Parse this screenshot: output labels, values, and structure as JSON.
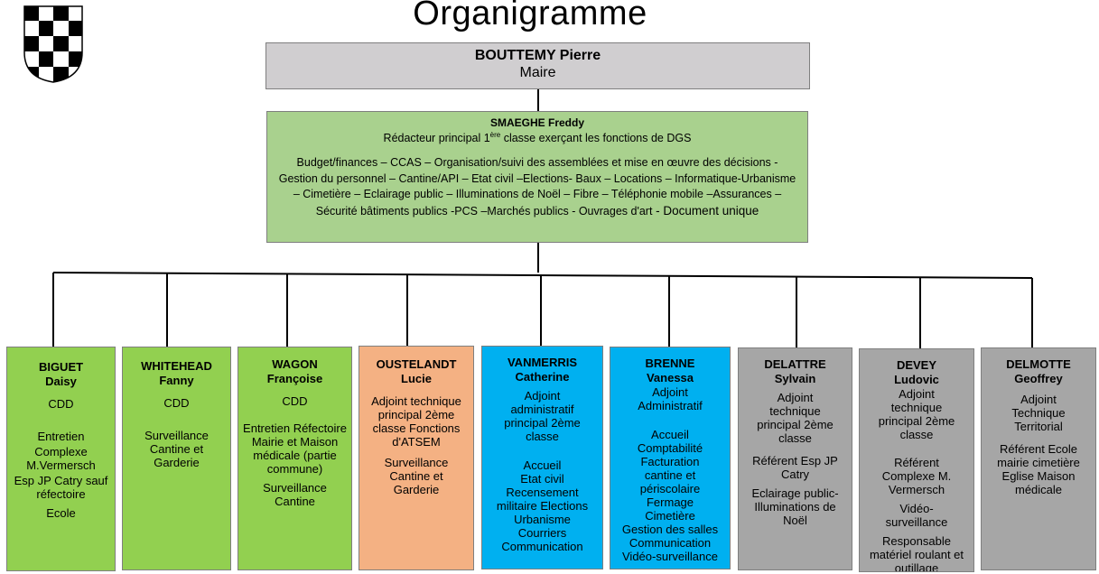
{
  "title": "Organigramme",
  "maire": {
    "name": "BOUTTEMY Pierre",
    "role": "Maire"
  },
  "dgs": {
    "name": "SMAEGHE Freddy",
    "title_before": "Rédacteur principal 1",
    "title_sup": "ère",
    "title_after": " classe exerçant les fonctions de DGS",
    "missions": "Budget/finances – CCAS – Organisation/suivi des assemblées et mise en œuvre des décisions - Gestion du personnel – Cantine/API – Etat civil –Elections- Baux – Locations – Informatique-Urbanisme – Cimetière – Eclairage public – Illuminations de Noël – Fibre – Téléphonie mobile –Assurances – Sécurité bâtiments publics -PCS –Marchés publics - Ouvrages d'art",
    "missions_last": " - Document unique"
  },
  "staff": {
    "biguet": {
      "surname": "BIGUET",
      "firstname": "Daisy",
      "contract": "CDD",
      "duty1": "Entretien",
      "duty2": "Complexe M.Vermersch",
      "duty3": "Esp JP Catry sauf réfectoire",
      "duty4": "Ecole"
    },
    "whitehead": {
      "surname": "WHITEHEAD",
      "firstname": "Fanny",
      "contract": "CDD",
      "duty1": "Surveillance Cantine et Garderie"
    },
    "wagon": {
      "surname": "WAGON",
      "firstname": "Françoise",
      "contract": "CDD",
      "duty1": "Entretien Réfectoire Mairie et Maison médicale (partie commune)",
      "duty2": "Surveillance Cantine"
    },
    "oustelandt": {
      "surname": "OUSTELANDT",
      "firstname": "Lucie",
      "grade": "Adjoint technique principal 2ème classe Fonctions d'ATSEM",
      "duty1": "Surveillance Cantine et Garderie"
    },
    "vanmerris": {
      "surname": "VANMERRIS",
      "firstname": "Catherine",
      "grade": "Adjoint administratif principal 2ème classe",
      "duties": [
        "Accueil",
        "Etat civil",
        "Recensement militaire Elections",
        "Urbanisme",
        "Courriers",
        "Communication"
      ]
    },
    "brenne": {
      "surname": "BRENNE",
      "firstname": "Vanessa",
      "grade": "Adjoint Administratif",
      "duties": [
        "Accueil",
        "Comptabilité",
        "Facturation cantine et périscolaire",
        "Fermage",
        "Cimetière",
        "Gestion des salles",
        "Communication",
        "Vidéo-surveillance"
      ]
    },
    "delattre": {
      "surname": "DELATTRE",
      "firstname": "Sylvain",
      "grade": "Adjoint technique principal 2ème classe",
      "duty1": "Référent Esp JP Catry",
      "duty2": "Eclairage public-Illuminations de Noël"
    },
    "devey": {
      "surname": "DEVEY",
      "firstname": "Ludovic",
      "grade": "Adjoint technique principal 2ème classe",
      "duty1": "Référent Complexe M. Vermersch",
      "duty2": "Vidéo-surveillance",
      "duty3": "Responsable matériel roulant et outillage"
    },
    "delmotte": {
      "surname": "DELMOTTE",
      "firstname": "Geoffrey",
      "grade": "Adjoint Technique Territorial",
      "duty1": "Référent Ecole mairie cimetière Eglise Maison médicale"
    }
  },
  "colors": {
    "maire": "#d0ced0",
    "dgs": "#a9d18e",
    "green": "#92d050",
    "orange": "#f4b183",
    "blue": "#00b0f0",
    "grey": "#a6a6a6",
    "line": "#000000"
  }
}
